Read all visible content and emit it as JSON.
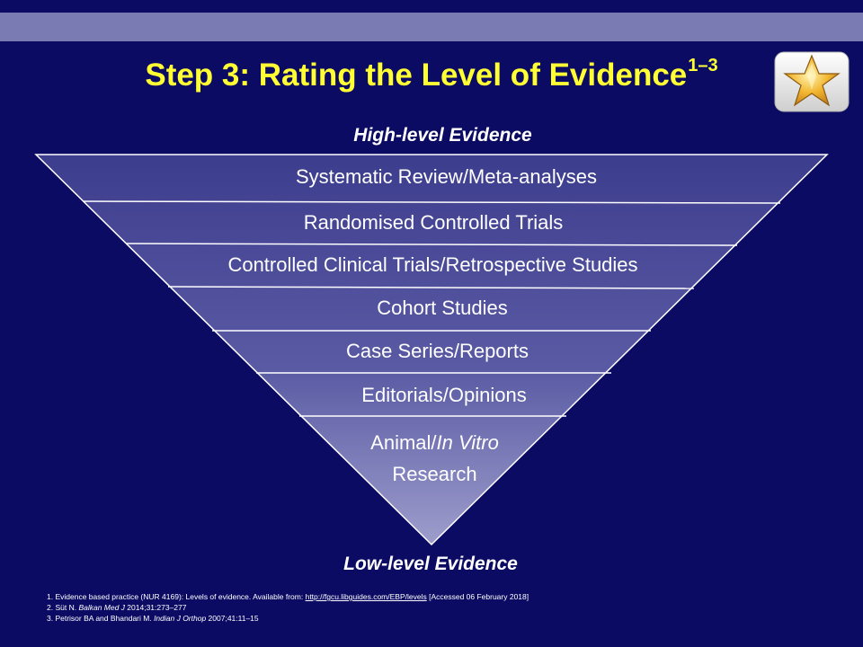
{
  "slide": {
    "title": "Step 3: Rating the Level of Evidence",
    "title_superscript": "1–3",
    "top_label": "High-level Evidence",
    "bottom_label": "Low-level Evidence"
  },
  "pyramid": {
    "tiers": [
      {
        "line1": "Systematic Review/Meta-analyses"
      },
      {
        "line1": "Randomised Controlled Trials"
      },
      {
        "line1": "Controlled Clinical Trials/Retrospective Studies"
      },
      {
        "line1": "Cohort Studies"
      },
      {
        "line1": "Case Series/Reports"
      },
      {
        "line1": "Editorials/Opinions"
      },
      {
        "line1a": "Animal/",
        "line1b": "In Vitro",
        "line2": "Research"
      }
    ]
  },
  "references": [
    {
      "prefix": "1. Evidence based practice (NUR 4169): Levels of evidence. Available from: ",
      "link": "http://fgcu.libguides.com/EBP/levels",
      "suffix": " [Accessed 06 February 2018]"
    },
    {
      "prefix": "2. Süt N. ",
      "journal": "Balkan Med J",
      "suffix": " 2014;31:273–277"
    },
    {
      "prefix": "3. Petrisor BA and Bhandari M. ",
      "journal": "Indian J Orthop",
      "suffix": " 2007;41:11–15"
    }
  ],
  "colors": {
    "background": "#0b0b64",
    "band": "#7b7bb4",
    "title": "#ffff33",
    "pyramid_top": "#3d3d8e",
    "pyramid_bottom": "#9898c8"
  },
  "icons": {
    "badge": "star-icon"
  }
}
